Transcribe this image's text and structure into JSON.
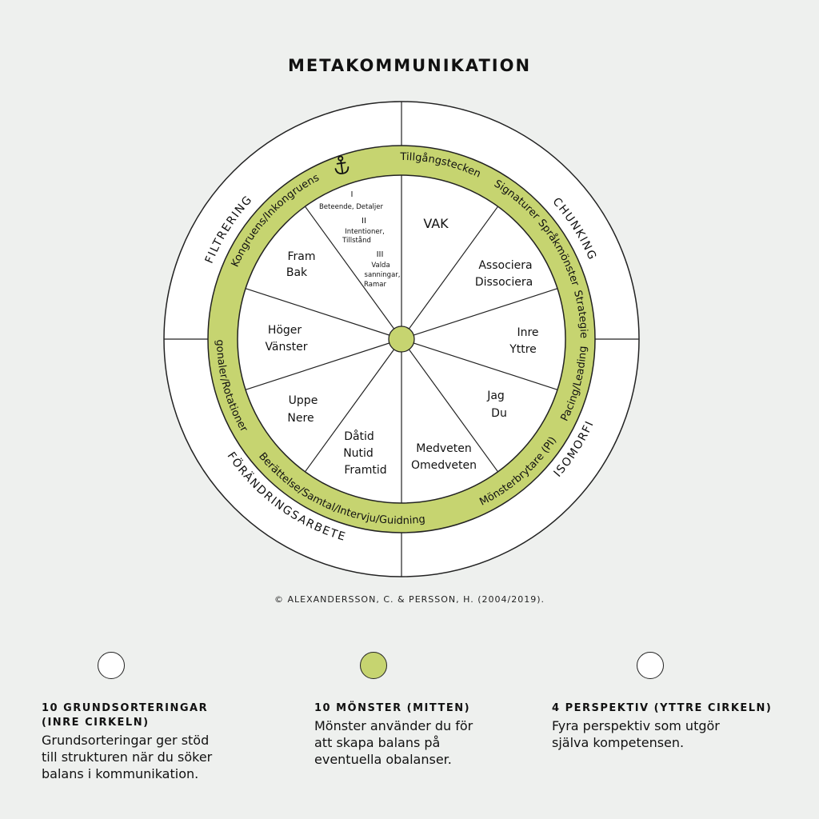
{
  "title": "METAKOMMUNIKATION",
  "colors": {
    "ring_green": "#c6d470",
    "line": "#222222",
    "background": "#eef0ee"
  },
  "outer_perspectives": [
    "FILTRERING",
    "CHUNKING",
    "FÖRÄNDRINGSARBETE",
    "ISOMORFI"
  ],
  "ring_patterns": {
    "anchor_icon": "anchor-icon",
    "tillgangstecken": "Tillgångstecken",
    "signaturer": "Signaturer",
    "sprakmonster": "Språkmönster",
    "strategier": "Strategier",
    "pacing": "Pacing/Leading",
    "monsterbrytare": "Mönsterbrytare (PI)",
    "berattelse": "Berättelse/Samtal/Intervju/Guidning",
    "diagonaler": "Diagonaler/Rotationer",
    "kongruens": "Kongruens/Inkongruens"
  },
  "inner_sortings": {
    "levels": {
      "l1_num": "I",
      "l1_text": "Beteende, Detaljer",
      "l2_num": "II",
      "l2_text1": "Intentioner,",
      "l2_text2": "Tillstånd",
      "l3_num": "III",
      "l3_text1": "Valda",
      "l3_text2": "sanningar,",
      "l3_text3": "Ramar"
    },
    "vak": "VAK",
    "associera": "Associera",
    "dissociera": "Dissociera",
    "inre": "Inre",
    "yttre": "Yttre",
    "jag": "Jag",
    "du": "Du",
    "medveten": "Medveten",
    "omedveten": "Omedveten",
    "datid": "Dåtid",
    "nutid": "Nutid",
    "framtid": "Framtid",
    "uppe": "Uppe",
    "nere": "Nere",
    "hoger": "Höger",
    "vanster": "Vänster",
    "fram": "Fram",
    "bak": "Bak"
  },
  "copyright": "© ALEXANDERSSON, C. & PERSSON, H. (2004/2019).",
  "legend": [
    {
      "heading_1": "10 GRUNDSORTERINGAR",
      "heading_2": "(INRE CIRKELN)",
      "text_1": "Grundsorteringar ger stöd",
      "text_2": "till strukturen när du söker",
      "text_3": "balans i kommunikation."
    },
    {
      "heading_1": "10 MÖNSTER (MITTEN)",
      "text_1": "Mönster använder du för",
      "text_2": "att skapa balans på",
      "text_3": "eventuella obalanser."
    },
    {
      "heading_1": "4 PERSPEKTIV (YTTRE CIRKELN)",
      "text_1": "Fyra perspektiv som utgör",
      "text_2": "själva kompetensen."
    }
  ]
}
